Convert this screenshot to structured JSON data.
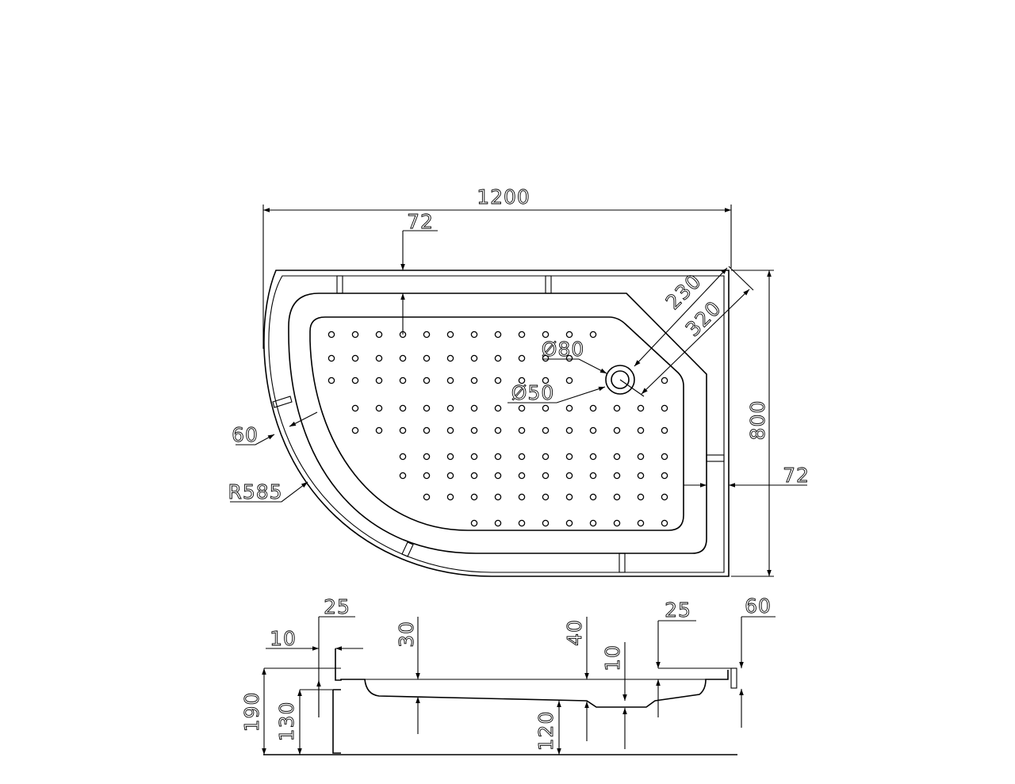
{
  "drawing": {
    "colors": {
      "line": "#000000",
      "background": "#ffffff"
    },
    "plan_view": {
      "overall_width": "1200",
      "top_rim_width": "72",
      "overall_depth": "800",
      "right_rim_width": "72",
      "corner_to_drain_inner": "230",
      "corner_to_drain_outer": "320",
      "drain_outer_diameter": "Ø80",
      "drain_inner_diameter": "Ø50",
      "curved_rim_width": "60",
      "outer_radius": "R585"
    },
    "section_view": {
      "left_step_width": "25",
      "left_wall_thickness": "10",
      "basin_depth_left": "30",
      "basin_depth_right": "40",
      "drain_recess_depth": "10",
      "right_step_width": "25",
      "right_flange": "60",
      "total_height": "190",
      "apron_height": "130",
      "floor_clearance": "120"
    }
  }
}
